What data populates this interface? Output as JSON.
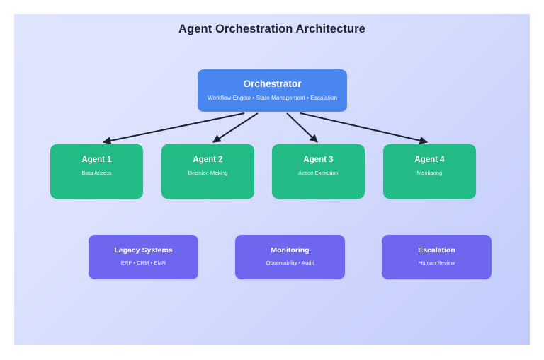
{
  "diagram": {
    "title": "Agent Orchestration Architecture",
    "background": {
      "gradient_from": "#e0e5fe",
      "gradient_to": "#c2ccfd"
    },
    "colors": {
      "orchestrator": "#4a86f0",
      "agent": "#22bb85",
      "support": "#6e66ef",
      "connector": "#1d2330",
      "title_text": "#1e2433",
      "node_text": "#ffffff"
    },
    "orchestrator": {
      "title": "Orchestrator",
      "subtitle": "Workflow Engine • State Management • Escalation"
    },
    "agents": [
      {
        "title": "Agent 1",
        "subtitle": "Data Access"
      },
      {
        "title": "Agent 2",
        "subtitle": "Decision Making"
      },
      {
        "title": "Agent 3",
        "subtitle": "Action Execution"
      },
      {
        "title": "Agent 4",
        "subtitle": "Monitoring"
      }
    ],
    "support_systems": [
      {
        "title": "Legacy Systems",
        "subtitle": "ERP • CRM • EMR"
      },
      {
        "title": "Monitoring",
        "subtitle": "Observability • Audit"
      },
      {
        "title": "Escalation",
        "subtitle": "Human Review"
      }
    ],
    "connections": [
      {
        "from": "Orchestrator",
        "to": "Agent 1"
      },
      {
        "from": "Orchestrator",
        "to": "Agent 2"
      },
      {
        "from": "Orchestrator",
        "to": "Agent 3"
      },
      {
        "from": "Orchestrator",
        "to": "Agent 4"
      }
    ]
  }
}
